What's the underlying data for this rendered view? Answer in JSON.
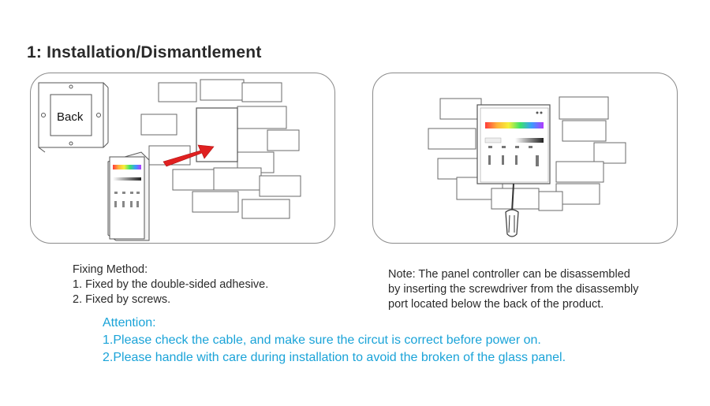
{
  "heading": "1: Installation/Dismantlement",
  "back_label": "Back",
  "fixing": {
    "title": "Fixing Method:",
    "item1": "1. Fixed by the double-sided adhesive.",
    "item2": "2. Fixed by screws."
  },
  "note": {
    "line1": "Note: The panel controller can be disassembled",
    "line2": "by inserting the screwdriver from the disassembly",
    "line3": "port located below the back of the product."
  },
  "attention": {
    "title": "Attention:",
    "line1": "1.Please check the cable, and make sure the circut is correct before power on.",
    "line2": "2.Please handle with care during installation to avoid the broken of the glass panel."
  },
  "colors": {
    "attention": "#1aa3d8",
    "arrow": "#e02020",
    "outline": "#8a8a8a"
  },
  "icons": [
    "wall-brick-icon",
    "arrow-icon",
    "screwdriver-icon",
    "panel-controller-icon"
  ]
}
